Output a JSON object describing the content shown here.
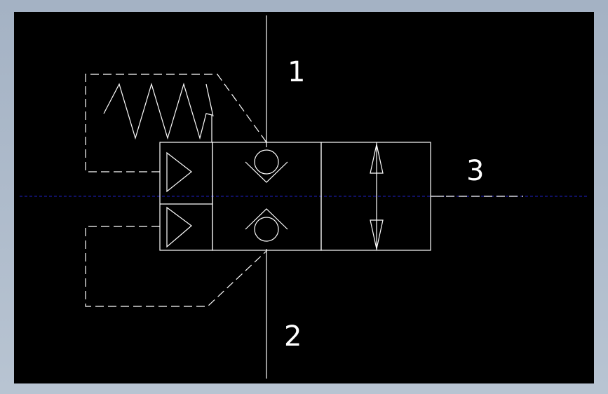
{
  "colors": {
    "window_frame": "#a9b6c7",
    "model_space": "#000000",
    "linework": "#ffffff",
    "centerline": "#1a1aa0"
  },
  "port_labels": {
    "port_1": "1",
    "port_2": "2",
    "port_3": "3"
  },
  "symbols": {
    "spring": "spring-icon",
    "pilot_upper": "pilot-triangle-icon",
    "pilot_lower": "pilot-triangle-icon",
    "check_upper": "check-valve-icon",
    "check_lower": "check-valve-icon",
    "flow_arrow": "double-arrow-icon"
  }
}
